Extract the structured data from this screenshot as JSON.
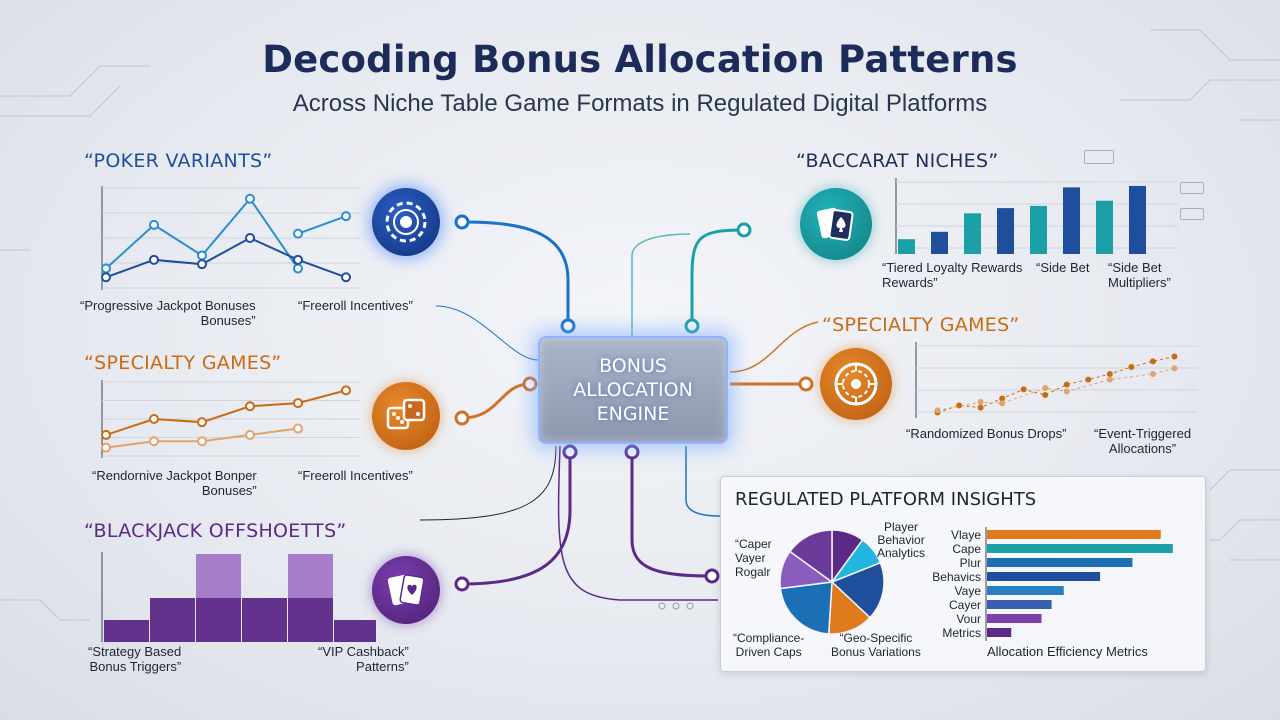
{
  "header": {
    "title": "Decoding Bonus Allocation Patterns",
    "subtitle": "Across Niche Table Game Formats in Regulated Digital Platforms"
  },
  "engine": {
    "label": "BONUS\nALLOCATION\nENGINE"
  },
  "colors": {
    "poker": "#1f4e9c",
    "poker_light": "#2a8fd0",
    "specialty": "#cc6a12",
    "specialty_light": "#e2a36a",
    "blackjack": "#5b2a86",
    "blackjack_light": "#9b6bc2",
    "baccarat_teal": "#1aa0a6",
    "baccarat_navy": "#1f4e9c",
    "title": "#1d2b5a"
  },
  "sections": {
    "poker": {
      "title": "“POKER VARIANTS”",
      "label_left": "“Progressive Jackpot Bonuses\nBonuses”",
      "label_right": "“Freeroll Incentives”",
      "icon": "poker-chip-icon"
    },
    "specialty_left": {
      "title": "“SPECIALTY GAMES”",
      "label_left": "“Rendornive Jackpot Bonper\nBonuses”",
      "label_right": "“Freeroll Incentives”",
      "icon": "dice-icon"
    },
    "blackjack": {
      "title": "“BLACKJACK OFFSHOETTS”",
      "label_left": "“Strategy Based\nBonus Triggers”",
      "label_right": "“VIP Cashback”\nPatterns”",
      "icon": "playing-cards-icon"
    },
    "baccarat": {
      "title": "“BACCARAT NICHES”",
      "label_1": "“Tiered Loyalty Rewards\nRewards”",
      "label_2": "“Side Bet",
      "label_3": "“Side Bet\nMultipliers”",
      "icon": "cards-spade-icon"
    },
    "specialty_right": {
      "title": "“SPECIALTY GAMES”",
      "label_left": "“Randomized Bonus Drops”",
      "label_right": "“Event-Triggered\nAllocations”",
      "icon": "roulette-wheel-icon"
    }
  },
  "insights": {
    "title": "REGULATED PLATFORM INSIGHTS",
    "pie_labels": {
      "top_right": "Player\nBehavior\nAnalytics",
      "left": "“Caper\nVayer\nRogalr",
      "bottom_left": "“Compliance-\nDriven Caps",
      "bottom_right": "“Geo-Specific\nBonus Variations"
    },
    "bar_axis_label": "Allocation Efficiency Metrics"
  },
  "chart_data": [
    {
      "type": "line",
      "name": "poker",
      "x": [
        1,
        2,
        3,
        4,
        5,
        6
      ],
      "series": [
        {
          "values": [
            20,
            70,
            35,
            100,
            20,
            null
          ]
        },
        {
          "values": [
            10,
            30,
            25,
            55,
            30,
            10
          ]
        },
        {
          "values": [
            null,
            null,
            null,
            null,
            60,
            80
          ]
        }
      ],
      "ylim": [
        0,
        110
      ]
    },
    {
      "type": "line",
      "name": "specialty_left",
      "x": [
        1,
        2,
        3,
        4,
        5,
        6
      ],
      "series": [
        {
          "values": [
            30,
            55,
            50,
            75,
            80,
            100
          ]
        },
        {
          "values": [
            10,
            20,
            20,
            30,
            40,
            null
          ]
        }
      ],
      "ylim": [
        0,
        110
      ]
    },
    {
      "type": "bar",
      "name": "blackjack",
      "categories": [
        "1",
        "2",
        "3",
        "4",
        "5",
        "6"
      ],
      "values": [
        25,
        50,
        100,
        50,
        100,
        25
      ],
      "ylim": [
        0,
        100
      ]
    },
    {
      "type": "bar",
      "name": "baccarat",
      "categories": [
        "1",
        "2",
        "3",
        "4",
        "5",
        "6",
        "7",
        "8"
      ],
      "values": [
        20,
        30,
        55,
        62,
        65,
        90,
        72,
        92
      ],
      "ylim": [
        0,
        100
      ]
    },
    {
      "type": "scatter",
      "name": "specialty_right",
      "series": [
        {
          "values": [
            [
              1,
              5
            ],
            [
              2,
              15
            ],
            [
              3,
              12
            ],
            [
              4,
              25
            ],
            [
              5,
              38
            ],
            [
              6,
              30
            ],
            [
              7,
              45
            ],
            [
              8,
              52
            ],
            [
              9,
              60
            ],
            [
              10,
              70
            ],
            [
              11,
              78
            ],
            [
              12,
              85
            ]
          ]
        },
        {
          "values": [
            [
              1,
              8
            ],
            [
              3,
              20
            ],
            [
              4,
              18
            ],
            [
              6,
              40
            ],
            [
              7,
              35
            ],
            [
              9,
              52
            ],
            [
              11,
              60
            ],
            [
              12,
              68
            ]
          ]
        }
      ],
      "xlim": [
        0,
        13
      ],
      "ylim": [
        0,
        100
      ]
    },
    {
      "type": "pie",
      "name": "insights_pie",
      "values": [
        10,
        9,
        18,
        14,
        22,
        12,
        15
      ]
    },
    {
      "type": "bar",
      "name": "insights_bars",
      "orientation": "horizontal",
      "categories": [
        "Vlaye",
        "Cape",
        "Plur",
        "Behavics",
        "Vaye",
        "Cayer",
        "Vour",
        "Metrics"
      ],
      "values": [
        86,
        92,
        72,
        56,
        38,
        32,
        27,
        12
      ],
      "xlim": [
        0,
        100
      ]
    }
  ]
}
